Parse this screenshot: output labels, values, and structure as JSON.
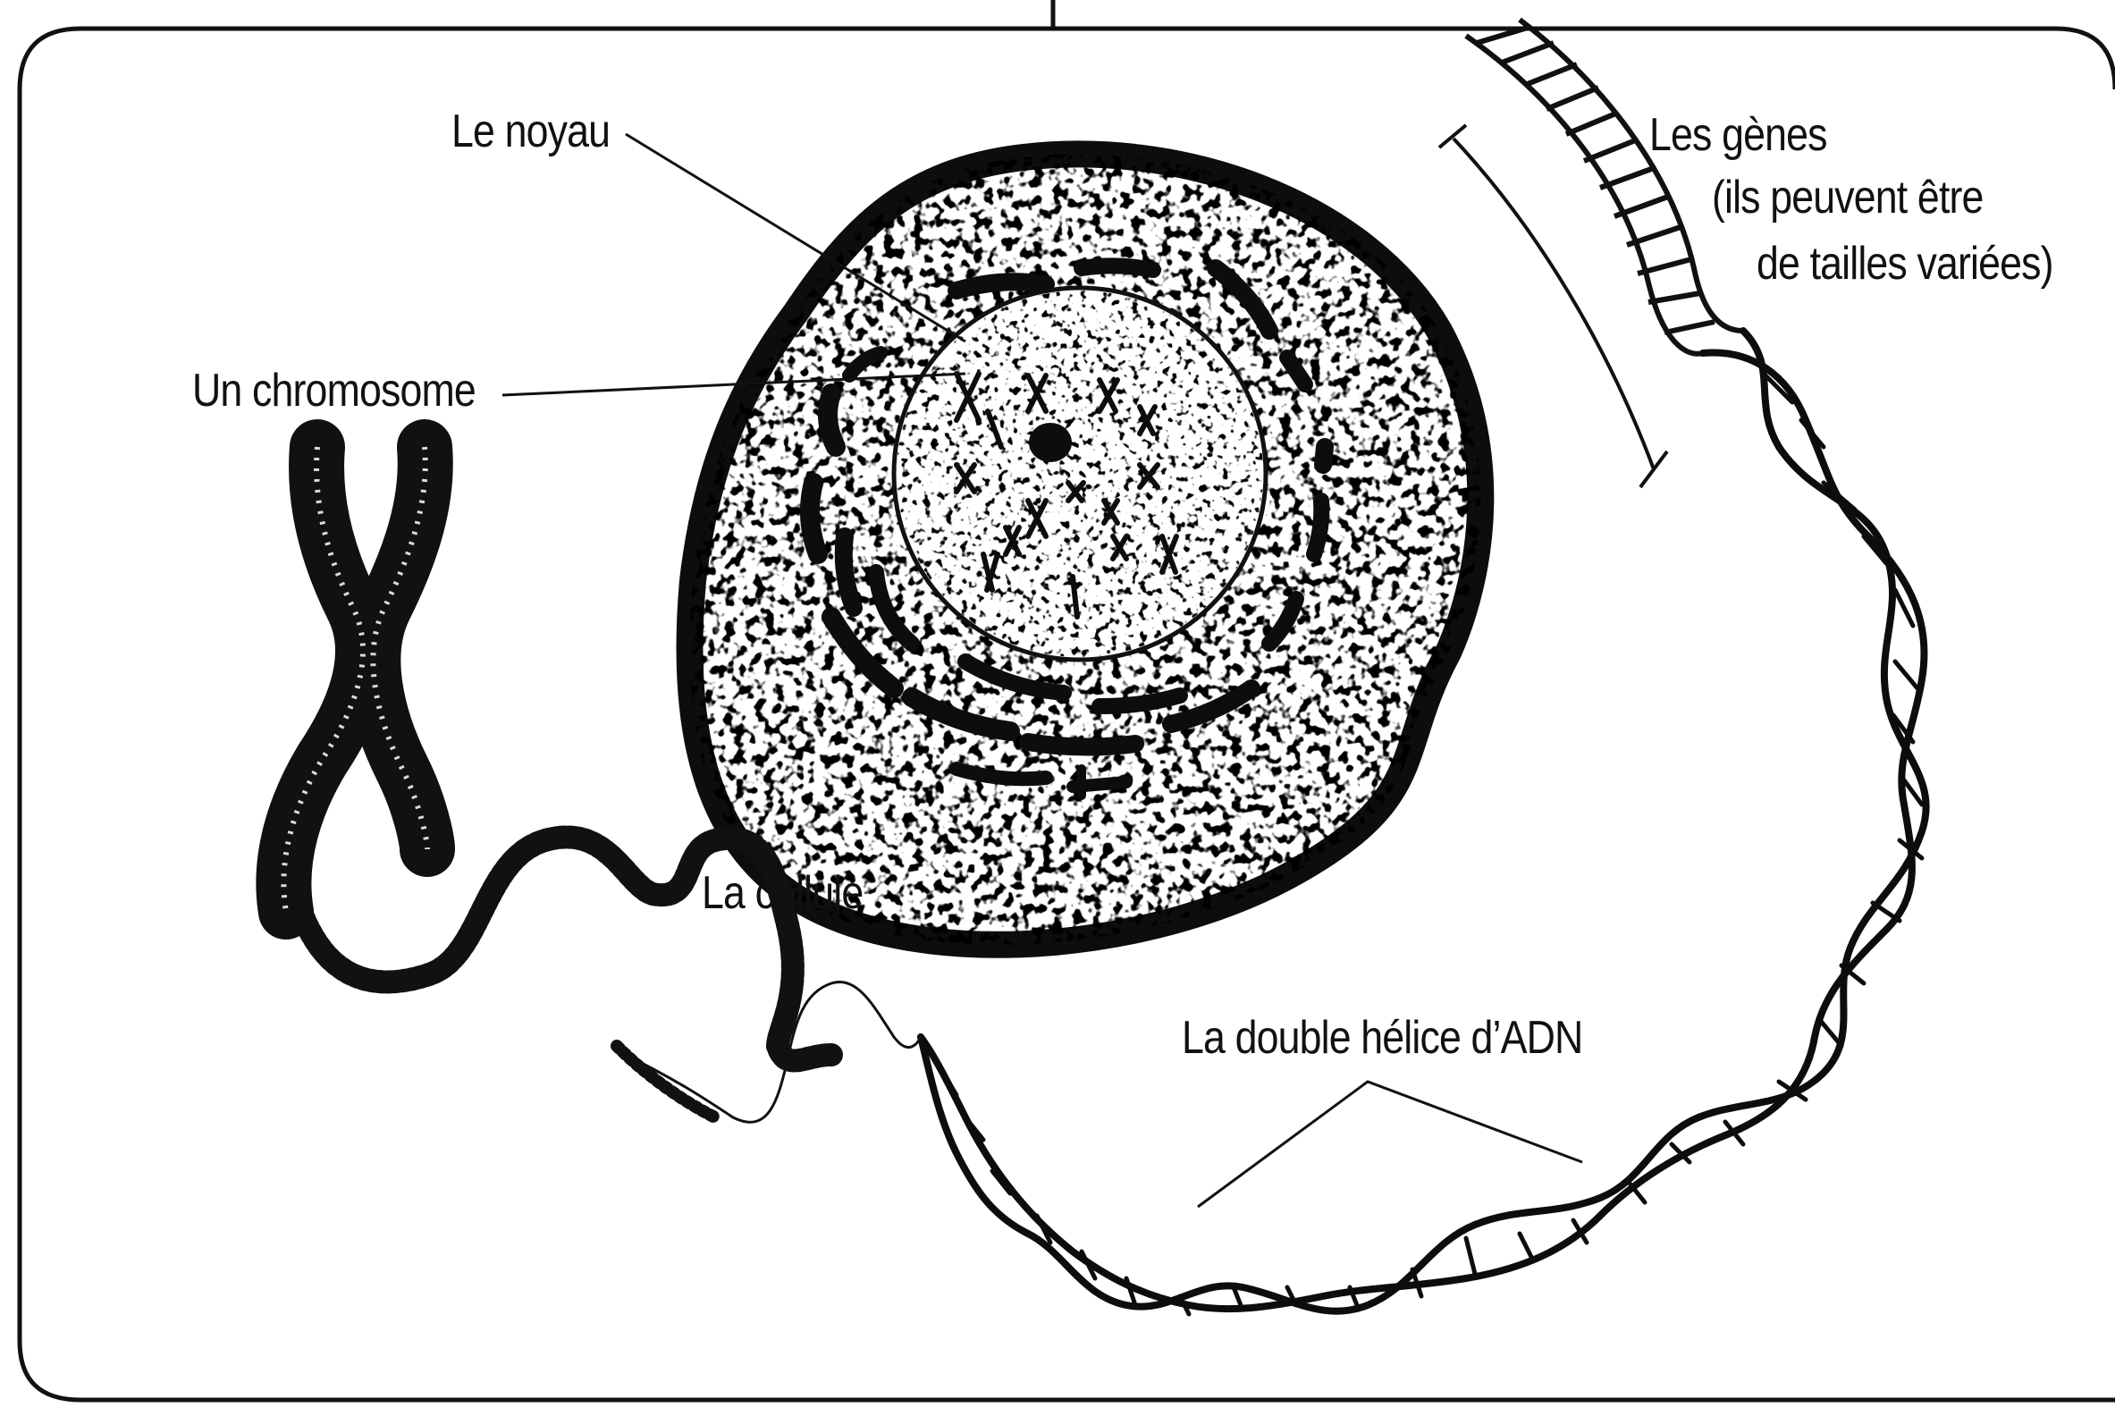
{
  "diagram": {
    "labels": {
      "nucleus": "Le noyau",
      "chromosome": "Un chromosome",
      "cell": "La cellule",
      "genes_line1": "Les gènes",
      "genes_line2": "(ils peuvent être",
      "genes_line3": "de tailles variées)",
      "dna": "La double hélice d’ADN"
    }
  }
}
